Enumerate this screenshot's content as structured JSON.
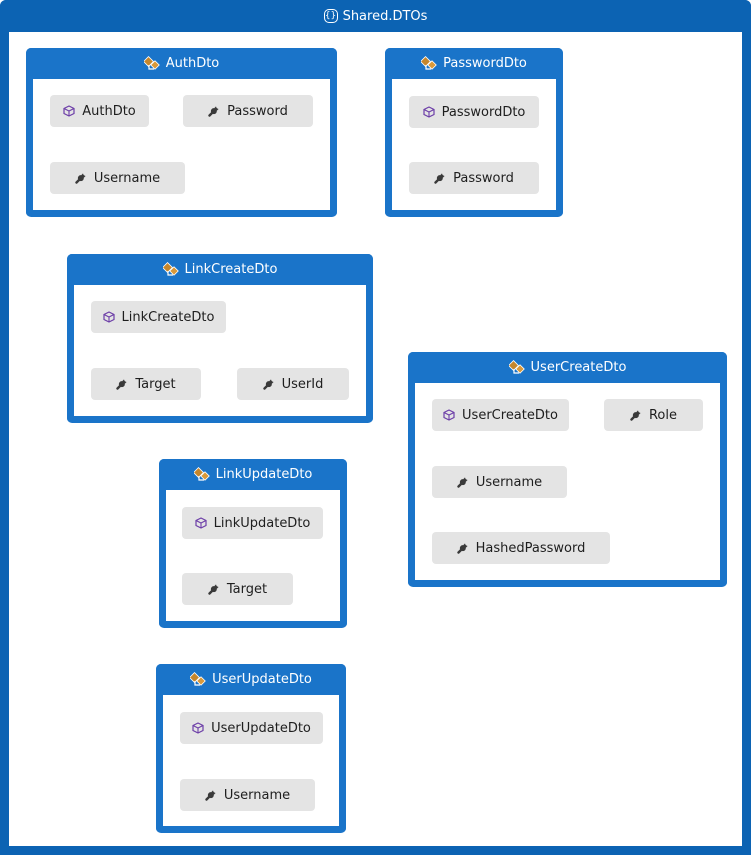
{
  "namespace": {
    "title": "Shared.DTOs",
    "icon": "namespace-braces-icon"
  },
  "colors": {
    "namespace_border": "#0c63b3",
    "class_border": "#1a74c9",
    "member_bg": "#e4e4e4",
    "class_icon": "#c5862b",
    "constructor_icon": "#6d3fa8",
    "property_icon": "#3a3a3a"
  },
  "classes": {
    "auth": {
      "title": "AuthDto",
      "members": [
        "AuthDto",
        "Password",
        "Username"
      ]
    },
    "password": {
      "title": "PasswordDto",
      "members": [
        "PasswordDto",
        "Password"
      ]
    },
    "link_create": {
      "title": "LinkCreateDto",
      "members": [
        "LinkCreateDto",
        "Target",
        "UserId"
      ]
    },
    "user_create": {
      "title": "UserCreateDto",
      "members": [
        "UserCreateDto",
        "Role",
        "Username",
        "HashedPassword"
      ]
    },
    "link_update": {
      "title": "LinkUpdateDto",
      "members": [
        "LinkUpdateDto",
        "Target"
      ]
    },
    "user_update": {
      "title": "UserUpdateDto",
      "members": [
        "UserUpdateDto",
        "Username"
      ]
    }
  }
}
